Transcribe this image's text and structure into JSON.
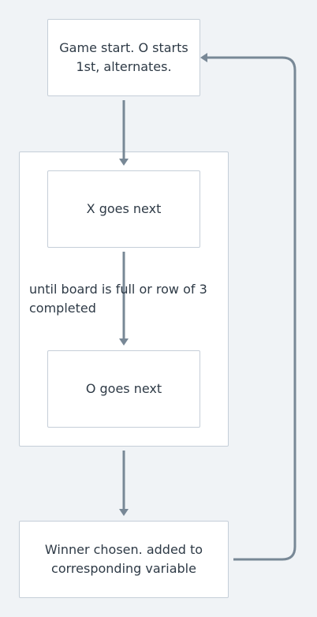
{
  "diagram": {
    "nodes": {
      "start": "Game start. O starts 1st, alternates.",
      "x_next": "X goes next",
      "o_next": "O goes next",
      "winner": "Winner chosen. added to corresponding variable"
    },
    "loop_label": "until board is full or row of 3 completed"
  },
  "colors": {
    "background": "#f0f3f6",
    "node_fill": "#ffffff",
    "node_border": "#c5ced8",
    "edge": "#788896",
    "text": "#2e3a46"
  }
}
